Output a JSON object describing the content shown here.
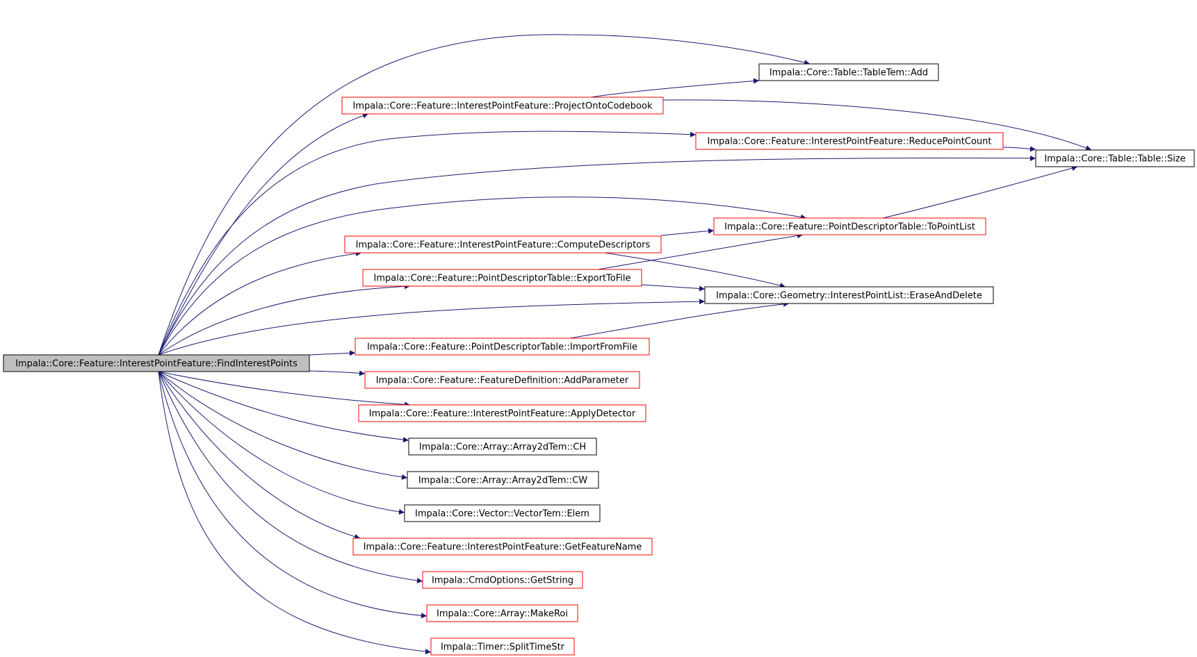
{
  "colors": {
    "edge": "#191970",
    "root_fill": "#bfbfbf",
    "link_border": "#ff0000",
    "plain_border": "#000000",
    "background": "#ffffff"
  },
  "root": {
    "id": "root",
    "label": "Impala::Core::Feature::InterestPointFeature::FindInterestPoints",
    "kind": "root"
  },
  "nodes": [
    {
      "id": "add",
      "label": "Impala::Core::Table::TableTem::Add",
      "kind": "plain"
    },
    {
      "id": "project",
      "label": "Impala::Core::Feature::InterestPointFeature::ProjectOntoCodebook",
      "kind": "link"
    },
    {
      "id": "reduce",
      "label": "Impala::Core::Feature::InterestPointFeature::ReducePointCount",
      "kind": "link"
    },
    {
      "id": "size",
      "label": "Impala::Core::Table::Table::Size",
      "kind": "plain"
    },
    {
      "id": "topoint",
      "label": "Impala::Core::Feature::PointDescriptorTable::ToPointList",
      "kind": "link"
    },
    {
      "id": "compute",
      "label": "Impala::Core::Feature::InterestPointFeature::ComputeDescriptors",
      "kind": "link"
    },
    {
      "id": "export",
      "label": "Impala::Core::Feature::PointDescriptorTable::ExportToFile",
      "kind": "link"
    },
    {
      "id": "erase",
      "label": "Impala::Core::Geometry::InterestPointList::EraseAndDelete",
      "kind": "plain"
    },
    {
      "id": "import",
      "label": "Impala::Core::Feature::PointDescriptorTable::ImportFromFile",
      "kind": "link"
    },
    {
      "id": "addparam",
      "label": "Impala::Core::Feature::FeatureDefinition::AddParameter",
      "kind": "link"
    },
    {
      "id": "apply",
      "label": "Impala::Core::Feature::InterestPointFeature::ApplyDetector",
      "kind": "link"
    },
    {
      "id": "ch",
      "label": "Impala::Core::Array::Array2dTem::CH",
      "kind": "plain"
    },
    {
      "id": "cw",
      "label": "Impala::Core::Array::Array2dTem::CW",
      "kind": "plain"
    },
    {
      "id": "elem",
      "label": "Impala::Core::Vector::VectorTem::Elem",
      "kind": "plain"
    },
    {
      "id": "getname",
      "label": "Impala::Core::Feature::InterestPointFeature::GetFeatureName",
      "kind": "link"
    },
    {
      "id": "getstring",
      "label": "Impala::CmdOptions::GetString",
      "kind": "link"
    },
    {
      "id": "makeroi",
      "label": "Impala::Core::Array::MakeRoi",
      "kind": "link"
    },
    {
      "id": "split",
      "label": "Impala::Timer::SplitTimeStr",
      "kind": "link"
    }
  ],
  "edges": [
    {
      "from": "root",
      "to": "add"
    },
    {
      "from": "root",
      "to": "project"
    },
    {
      "from": "root",
      "to": "reduce"
    },
    {
      "from": "root",
      "to": "size"
    },
    {
      "from": "root",
      "to": "topoint"
    },
    {
      "from": "root",
      "to": "compute"
    },
    {
      "from": "root",
      "to": "export"
    },
    {
      "from": "root",
      "to": "erase"
    },
    {
      "from": "root",
      "to": "import"
    },
    {
      "from": "root",
      "to": "addparam"
    },
    {
      "from": "root",
      "to": "apply"
    },
    {
      "from": "root",
      "to": "ch"
    },
    {
      "from": "root",
      "to": "cw"
    },
    {
      "from": "root",
      "to": "elem"
    },
    {
      "from": "root",
      "to": "getname"
    },
    {
      "from": "root",
      "to": "getstring"
    },
    {
      "from": "root",
      "to": "makeroi"
    },
    {
      "from": "root",
      "to": "split"
    },
    {
      "from": "project",
      "to": "add"
    },
    {
      "from": "project",
      "to": "size"
    },
    {
      "from": "reduce",
      "to": "size"
    },
    {
      "from": "topoint",
      "to": "size"
    },
    {
      "from": "compute",
      "to": "topoint"
    },
    {
      "from": "compute",
      "to": "erase"
    },
    {
      "from": "export",
      "to": "topoint"
    },
    {
      "from": "export",
      "to": "erase"
    },
    {
      "from": "import",
      "to": "erase"
    }
  ]
}
